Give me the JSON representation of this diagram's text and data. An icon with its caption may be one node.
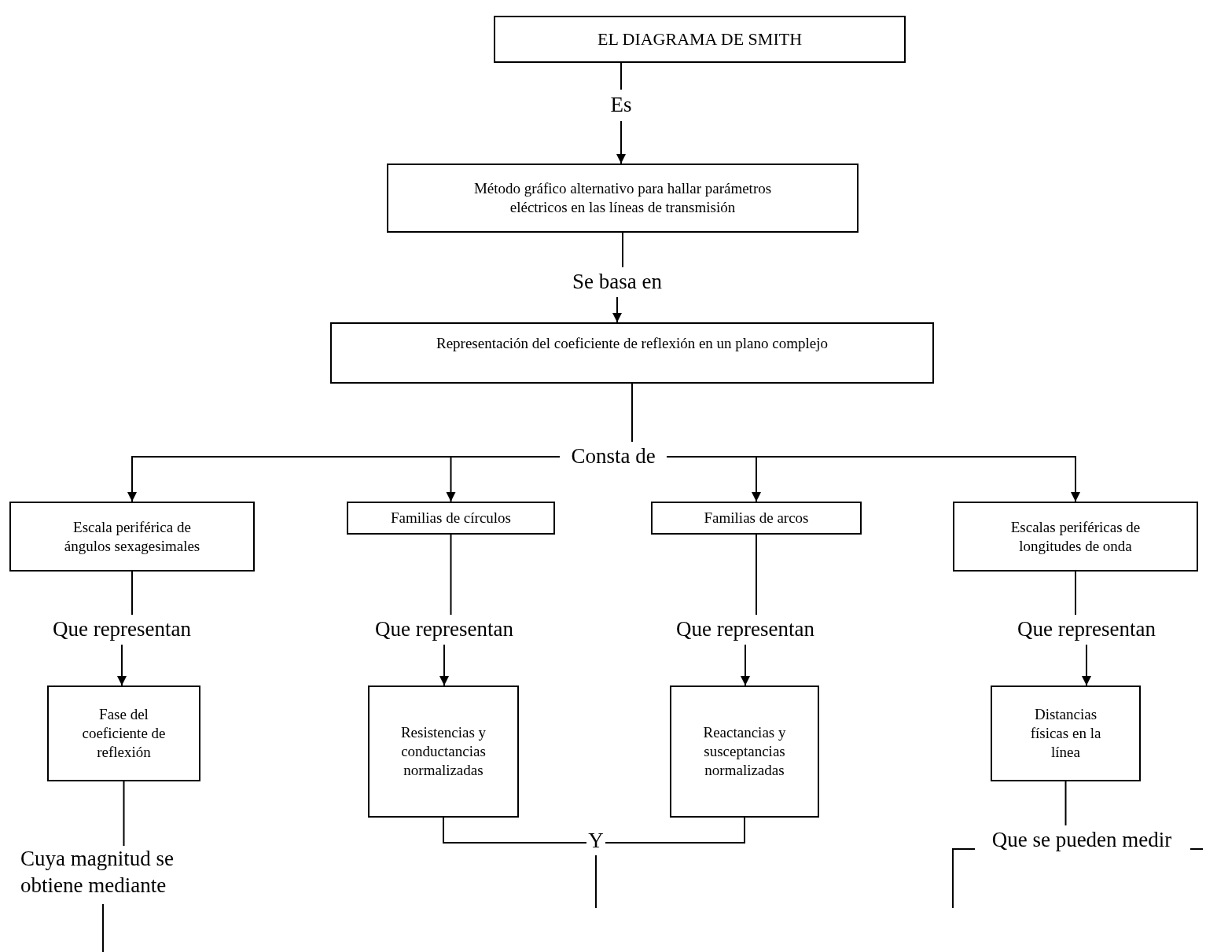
{
  "diagram": {
    "nodes": [
      {
        "text": [
          "EL DIAGRAMA DE SMITH"
        ]
      },
      {
        "text": [
          "Es"
        ]
      },
      {
        "text": [
          "Método gráfico alternativo para hallar parámetros eléctricos en las líneas de transmisión"
        ]
      },
      {
        "text": [
          "Se basa en"
        ]
      },
      {
        "text": [
          "Representación del coeficiente de reflexión en un plano complejo"
        ]
      },
      {
        "text": [
          "Consta de"
        ]
      },
      {
        "text": [
          "Escala periférica de ángulos sexagesimales"
        ]
      },
      {
        "text": [
          "Familias de círculos"
        ]
      },
      {
        "text": [
          "Familias de arcos"
        ]
      },
      {
        "text": [
          "Escalas periféricas de longitudes de onda"
        ]
      },
      {
        "text": [
          "Que representan"
        ]
      },
      {
        "text": [
          "Que representan"
        ]
      },
      {
        "text": [
          "Que representan"
        ]
      },
      {
        "text": [
          "Que representan"
        ]
      },
      {
        "text": [
          "Fase del coeficiente de reflexión"
        ]
      },
      {
        "text": [
          "Resistencias y conductancias normalizadas"
        ]
      },
      {
        "text": [
          "Reactancias y susceptancias normalizadas"
        ]
      },
      {
        "text": [
          "Distancias físicas en la línea"
        ]
      },
      {
        "text": [
          "Cuya magnitud se obtiene mediante"
        ]
      },
      {
        "text": [
          "Y"
        ]
      },
      {
        "text": [
          "Que se pueden medir"
        ]
      }
    ],
    "edges": [
      {
        "from": 0,
        "to": 1,
        "arrow": "none"
      },
      {
        "from": 1,
        "to": 2,
        "arrow": "to"
      },
      {
        "from": 2,
        "to": 3,
        "arrow": "none"
      },
      {
        "from": 3,
        "to": 4,
        "arrow": "to"
      },
      {
        "from": 4,
        "to": 5,
        "arrow": "none"
      },
      {
        "from": 5,
        "to": 6,
        "arrow": "to"
      },
      {
        "from": 5,
        "to": 7,
        "arrow": "to"
      },
      {
        "from": 5,
        "to": 8,
        "arrow": "to"
      },
      {
        "from": 5,
        "to": 9,
        "arrow": "to"
      },
      {
        "from": 6,
        "to": 10,
        "arrow": "none"
      },
      {
        "from": 7,
        "to": 11,
        "arrow": "none"
      },
      {
        "from": 8,
        "to": 12,
        "arrow": "none"
      },
      {
        "from": 9,
        "to": 13,
        "arrow": "none"
      },
      {
        "from": 10,
        "to": 14,
        "arrow": "to"
      },
      {
        "from": 11,
        "to": 15,
        "arrow": "to"
      },
      {
        "from": 12,
        "to": 16,
        "arrow": "to"
      },
      {
        "from": 13,
        "to": 17,
        "arrow": "to"
      },
      {
        "from": 14,
        "to": 18,
        "arrow": "none"
      },
      {
        "from": 15,
        "to": 19,
        "arrow": "none"
      },
      {
        "from": 16,
        "to": 19,
        "arrow": "none"
      },
      {
        "from": 17,
        "to": 20,
        "arrow": "none"
      },
      {
        "from": 18,
        "to": null,
        "arrow": "none"
      },
      {
        "from": 19,
        "to": null,
        "arrow": "none"
      },
      {
        "from": 20,
        "to": null,
        "arrow": "none"
      },
      {
        "from": 20,
        "to": null,
        "arrow": "none"
      }
    ]
  }
}
